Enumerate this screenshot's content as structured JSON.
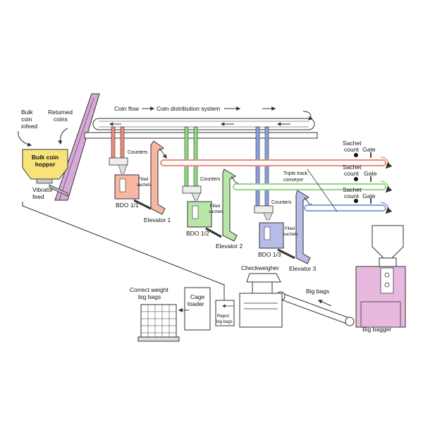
{
  "colors": {
    "hopper": "#f7e37a",
    "line1": "#f08a78",
    "bdo1": "#f7b7a3",
    "line2": "#8fd97f",
    "bdo2": "#b8e6a8",
    "line3": "#8a9ee0",
    "bdo3": "#b5bde8",
    "bagger": "#e8b9df",
    "infeed": "#d8a8d8",
    "dark_arrow": "#555555"
  },
  "labels": {
    "bulk_coin_infeed": [
      "Bulk",
      "coin",
      "infeed"
    ],
    "returned_coins": [
      "Returned",
      "coins"
    ],
    "bulk_coin_hopper": [
      "Bulk coin",
      "hopper"
    ],
    "vibrator_feed": [
      "Vibrator",
      "feed"
    ],
    "coin_flow": "Coin flow",
    "coin_distribution_system": "Coin distribution system",
    "counters_1": "Counters",
    "counters_2": "Counters",
    "counters_3": "Counters",
    "filled_sachets_1": [
      "Filled",
      "sachets"
    ],
    "filled_sachets_2": [
      "Filled",
      "sachets"
    ],
    "filled_sachets_3": [
      "Filled",
      "sachets"
    ],
    "bdo_1": "BDO 1/1",
    "bdo_2": "BDO 1/2",
    "bdo_3": "BDO 1/3",
    "elevator_1": "Elevator 1",
    "elevator_2": "Elevator 2",
    "elevator_3": "Elevator 3",
    "triple_track_conveyor": [
      "Triple track",
      "conveyor"
    ],
    "sachet_count_1": [
      "Sachet",
      "count"
    ],
    "sachet_count_2": [
      "Sachet",
      "count"
    ],
    "sachet_count_3": [
      "Sachet",
      "count"
    ],
    "gate_1": "Gate",
    "gate_2": "Gate",
    "gate_3": "Gate",
    "checkweigher": "Checkweigher",
    "big_bags": "Big bags",
    "big_bagger": "Big bagger",
    "correct_weight_big_bags": [
      "Correct weight",
      "big bags"
    ],
    "cage_loader": [
      "Cage",
      "loader"
    ],
    "reject_big_bags": [
      "Reject",
      "big bags"
    ]
  }
}
